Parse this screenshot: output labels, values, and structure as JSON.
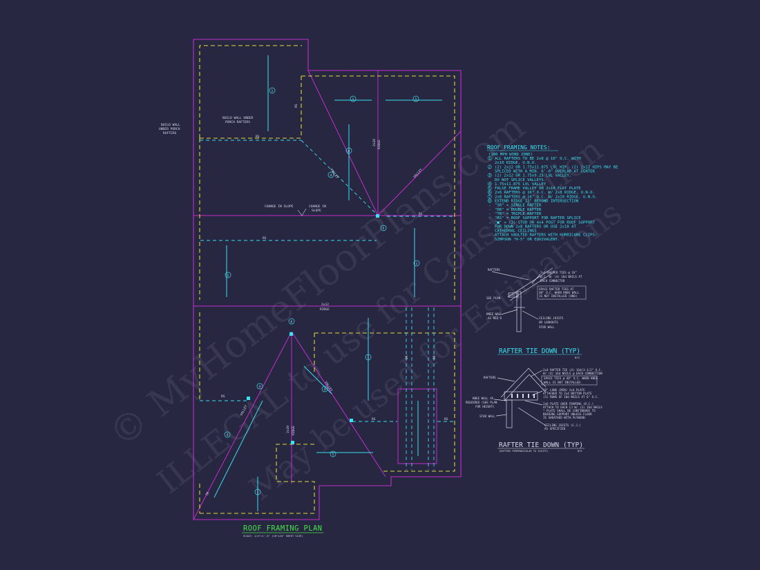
{
  "watermark": {
    "line1": "© MyHomeFloorPlans.com",
    "line2": "ILLEGAL to use for Construction",
    "line3": "May be used for Estimations"
  },
  "plan": {
    "title": "ROOF FRAMING PLAN",
    "scale": "SCALE: 1/4\"=1'-0\" (18\"x24\" SHEET SIZE)",
    "labels": {
      "build_wall_left": [
        "BUILD WALL",
        "UNDER PORCH",
        "RAFTERS"
      ],
      "build_wall_right": [
        "BUILD WALL UNDER",
        "PORCH RAFTERS"
      ],
      "rs": "RS",
      "valley": "VALLEY",
      "ridge_2x12": [
        "2x12",
        "RIDGE"
      ],
      "ridge_2x10": [
        "2x10",
        "RIDGE"
      ],
      "change_in_slope": "CHANGE IN SLOPE",
      "change_in_slope_2": [
        "CHANGE IN",
        "SLOPE"
      ],
      "dr": "DR",
      "tr": "TR",
      "tag_1": "1",
      "tag_2": "2",
      "tag_3": "3",
      "tag_4": "4",
      "tag_5": "5",
      "tag_6": "6"
    }
  },
  "notes": {
    "title": "ROOF FRAMING NOTES:",
    "subtitle": "(100 MPH WIND ZONE)",
    "items": [
      {
        "tag": "1",
        "text": "ALL RAFTERS TO BE 2x8 @ 16\" O.C. WITH"
      },
      {
        "tag": "",
        "text": "2x10 RIDGE, U.N.O."
      },
      {
        "tag": "2",
        "text": "(2) 2x12 OR 1.75x11.875 LVL HIP, (2) 2x12 HIPS MAY BE"
      },
      {
        "tag": "",
        "text": "SPLICED WITH A MIN. 6'-0\" OVERLAP AT CENTER"
      },
      {
        "tag": "3",
        "text": "(2) 2x12 OR 1.75x9.25 LVL VALLEY,"
      },
      {
        "tag": "",
        "text": "DO NOT SPLICE VALLEYS"
      },
      {
        "tag": "4",
        "text": "1.75x11.875 LVL VALLEY"
      },
      {
        "tag": "5",
        "text": "FALSE FRAME VALLEY ON 2x10 FLAT PLATE"
      },
      {
        "tag": "6",
        "text": "2x6 RAFTERS @ 16\" O.C. W/ 2x8 RIDGE, U.N.O."
      },
      {
        "tag": "7",
        "text": "2x8 RAFTERS @ 16\" O.C. W/ 2x10 RIDGE, U.N.O."
      },
      {
        "tag": "8",
        "text": "EXTEND RIDGE 12\" BEYOND INTERSECTION"
      },
      {
        "tag": "-",
        "text": "\"SR\" = SINGLE RAFTER"
      },
      {
        "tag": "-",
        "text": "\"DR\" = DOUBLE RAFTER"
      },
      {
        "tag": "-",
        "text": "\"TR\" = TRIPLE RAFTER"
      },
      {
        "tag": "-",
        "text": "\"RS\" = ROOF SUPPORT FOR RAFTER SPLICE"
      },
      {
        "tag": "-",
        "text": "\"■\" = (3) STUD OR 4x4 POST FOR ROOF SUPPORT"
      },
      {
        "tag": "-",
        "text": "FUR DOWN 2x8 RAFTERS OR USE 2x10 AT"
      },
      {
        "tag": "",
        "text": "CATHEDRAL CEILINGS"
      },
      {
        "tag": "-",
        "text": "ATTACH VAULTED RAFTERS WITH HURRICANE CLIPS:"
      },
      {
        "tag": "",
        "text": "SIMPSON \"H-5\" OR EQUIVALENT."
      }
    ]
  },
  "detail1": {
    "title": "RAFTER TIE DOWN (TYP)",
    "subtitle": "NTS",
    "labels": {
      "rafters": "RAFTERS",
      "ties": [
        "2x4 RAFTER TIES @ 16\"",
        "O.C. W/ (4) 16d NAILS AT",
        "EACH CONNECTOR"
      ],
      "space": [
        "SPACE RAFTER TIES AT",
        "48\" O.C. WHEN KNEE WALL",
        "IS NOT INSTALLED (UNO)"
      ],
      "see_plan": "SEE PLAN",
      "knee_wall": [
        "KNEE WALL",
        "AS REQ'D"
      ],
      "ceiling": [
        "CEILING JOISTS",
        "OR LOOKOUTS"
      ],
      "stud_wall": "STUD WALL"
    }
  },
  "detail2": {
    "title": "RAFTER TIE DOWN (TYP)",
    "subtitle": "(RAFTERS PERPENDICULAR TO JOISTS)",
    "subtitle2": "NTS",
    "labels": {
      "rafters": "RAFTERS",
      "ties": [
        "2x4 RAFTER TIE (4) 16d(3-1/2\" O.C.",
        "W/ (4) 16d NAILS @ EACH CONNECTION"
      ],
      "space": [
        "SPACE TIES @ 48\" O.C. WHEN KNEE",
        "WALL IS NOT INSTALLED."
      ],
      "knee_wall": [
        "KNEE WALL AS",
        "REQUIRED (SEE PLAN",
        "FOR HEIGHT)"
      ],
      "long_plate": [
        "18\" LONG (MIN) 2x4 PLATE",
        "ATTACHED TO 2x4 BOTTOM PLATE",
        "(3) ROWS OF 10d NAILS AT 6\" O.C."
      ],
      "plate_over": [
        "2x6 PLATE OVER FRAMING (D.C.)",
        "ATTACH TO EACH CJ W/ (3) 16d NAILS",
        "* PLATE SHALL BE CONTINUOUS TO",
        "BEARING SUPPORT UNLESS FLOOR",
        "IS SHEATHED WITH PLYWOOD."
      ],
      "stud_wall": "STUD WALL",
      "ceiling": [
        "CEILING JOISTS (C.J.)",
        "AS SPECIFIED"
      ]
    }
  },
  "colors": {
    "background": "#272742",
    "outline": "#c42ecf",
    "wall": "#e3d83a",
    "member": "#39e2f0",
    "text": "#d8d8ea",
    "title": "#46e24a"
  }
}
